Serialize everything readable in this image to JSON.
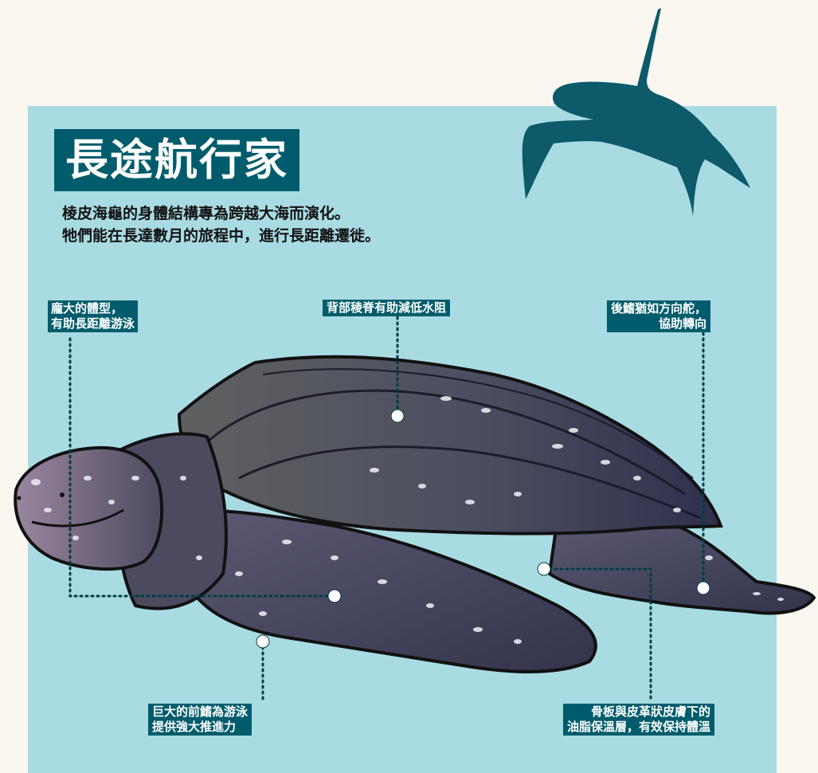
{
  "title": "長途航行家",
  "subtitle_lines": [
    "棱皮海龜的身體結構專為跨越大海而演化。",
    "牠們能在長達數月的旅程中，進行長距離遷徙。"
  ],
  "labels": {
    "body_size": [
      "龐大的體型，",
      "有助長距離游泳"
    ],
    "back_ridges": "背部稜脊有助減低水阻",
    "rear_flippers": [
      "後鰭猶如方向舵，",
      "協助轉向"
    ],
    "front_flippers": [
      "巨大的前鰭為游泳",
      "提供強大推進力"
    ],
    "skin_layer": [
      "骨板與皮革狀皮膚下的",
      "油脂保溫層，有效保持體溫"
    ]
  },
  "colors": {
    "background": "#faf7f1",
    "panel": "#a9dbe3",
    "accent": "#005c6c",
    "label_text": "#ffffff"
  },
  "icons": [
    "turtle-silhouette-icon"
  ]
}
